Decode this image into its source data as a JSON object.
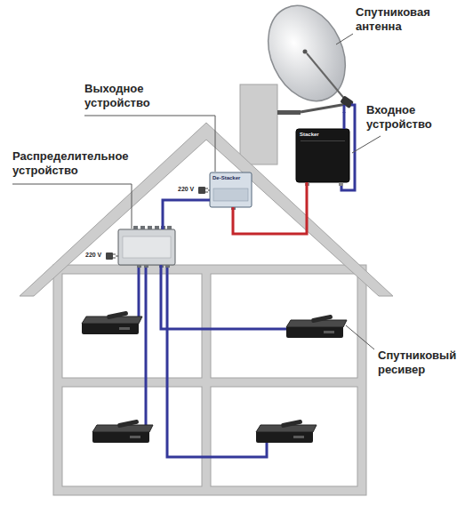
{
  "diagram": {
    "nodes": [
      {
        "text": [
          "Спутниковая антенна"
        ]
      },
      {
        "text": [
          "Входное устройство",
          "Stacker"
        ]
      },
      {
        "text": [
          "Выходное устройство",
          "De-Stacker",
          "220 V"
        ]
      },
      {
        "text": [
          "Распределительное устройство",
          "220 V"
        ]
      },
      {
        "text": [
          "Спутниковый ресивер"
        ]
      }
    ],
    "edges": [
      {
        "from": 0,
        "to": 1,
        "arrow": "none"
      },
      {
        "from": 1,
        "to": 2,
        "arrow": "none"
      },
      {
        "from": 2,
        "to": 3,
        "arrow": "none"
      },
      {
        "from": 3,
        "to": 4,
        "arrow": "none"
      }
    ]
  }
}
